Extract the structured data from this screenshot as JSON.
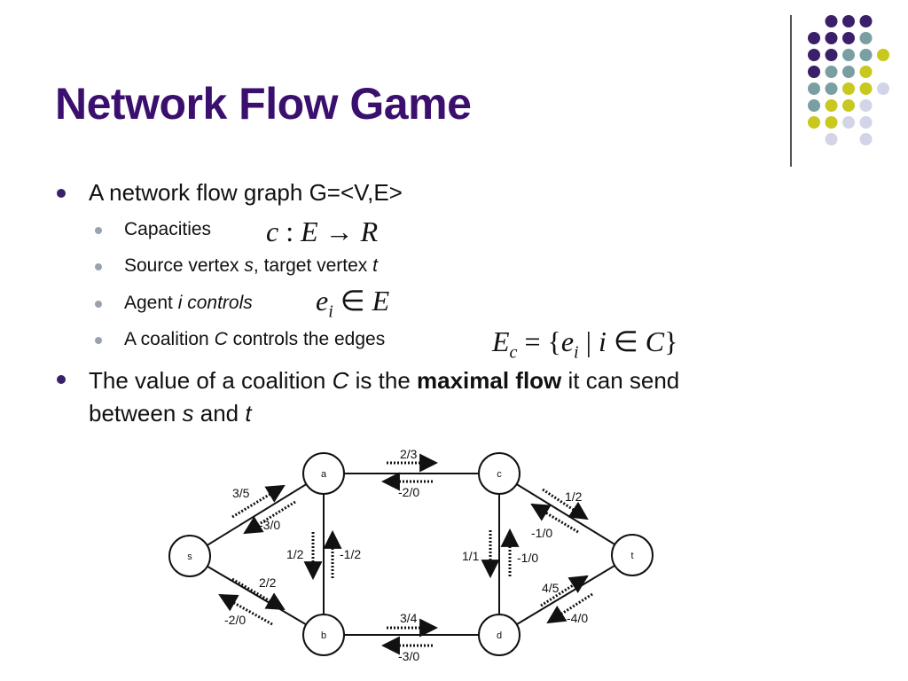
{
  "title": "Network Flow Game",
  "bullets": {
    "b1": "A network flow graph G=<V,E>",
    "capacities": "Capacities",
    "source_pre": "Source vertex ",
    "source_s": "s",
    "source_mid": ", target vertex ",
    "source_t": "t",
    "agent_pre": "Agent ",
    "agent_i": "i controls",
    "coalition_pre": "A coalition ",
    "coalition_C": "C",
    "coalition_post": " controls the edges",
    "value_pre": "The value of a coalition ",
    "value_C": "C",
    "value_mid": " is the ",
    "value_bold": "maximal flow",
    "value_post": " it can send",
    "value_line2_pre": "between ",
    "value_s": "s",
    "value_and": " and ",
    "value_t": "t"
  },
  "formulas": {
    "cap": {
      "c": "c",
      "colon": " : ",
      "E": "E",
      "arrow": " → ",
      "R": "R"
    },
    "agent": {
      "e": "e",
      "i": "i",
      "in": " ∈ ",
      "E": "E"
    },
    "coal": {
      "E": "E",
      "c": "c",
      "eq": " = {",
      "e": "e",
      "i": "i",
      "bar": " | ",
      "i2": "i",
      "in": " ∈ ",
      "C": "C",
      "close": "}"
    }
  },
  "graph": {
    "nodes": [
      "s",
      "a",
      "b",
      "c",
      "d",
      "t"
    ],
    "labels": {
      "sa_fwd": "3/5",
      "sa_back": "-3/0",
      "sb_fwd": "2/2",
      "sb_back": "-2/0",
      "ab_fwd": "1/2",
      "ab_back": "-1/2",
      "ac_fwd": "2/3",
      "ac_back": "-2/0",
      "bd_fwd": "3/4",
      "bd_back": "-3/0",
      "cd_fwd": "1/1",
      "cd_back": "-1/0",
      "ct_fwd": "1/2",
      "ct_back": "-1/0",
      "dt_fwd": "4/5",
      "dt_back": "-4/0"
    }
  },
  "colors": {
    "title": "#3a0f6e",
    "dot_purple": "#3a1f6b",
    "dot_teal": "#7a9fa2",
    "dot_lime": "#c8c81e",
    "dot_lilac": "#d4d4e8"
  }
}
